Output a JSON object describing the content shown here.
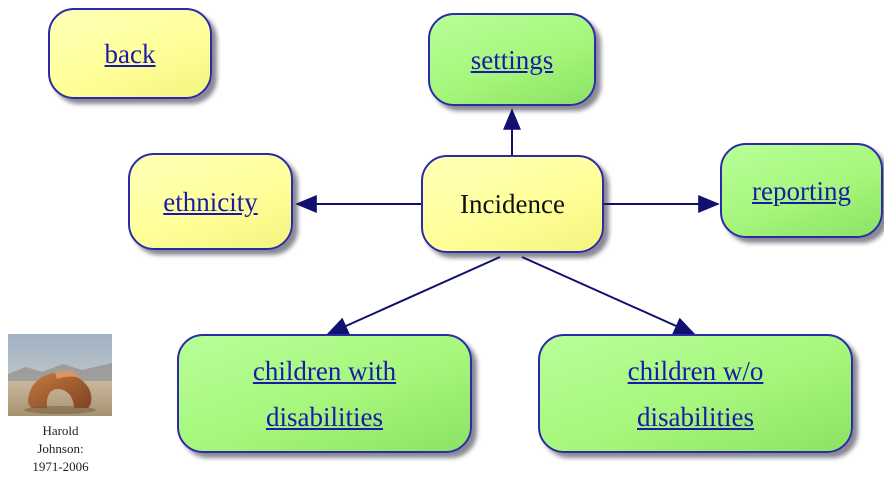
{
  "diagram": {
    "center": {
      "label": "Incidence"
    },
    "links": {
      "back": "back",
      "settings": "settings",
      "ethnicity": "ethnicity",
      "reporting": "reporting",
      "children_with_line1": "children with",
      "children_with_line2": "disabilities",
      "children_without_line1": "children w/o",
      "children_without_line2": "disabilities"
    }
  },
  "memorial": {
    "name": "Harold",
    "surname": "Johnson:",
    "years": "1971-2006"
  },
  "colors": {
    "yellow_node": "#ffff9a",
    "green_node": "#a6f67c",
    "border": "#2b2ba8",
    "link_text": "#1a1aa8",
    "arrow": "#101070"
  }
}
